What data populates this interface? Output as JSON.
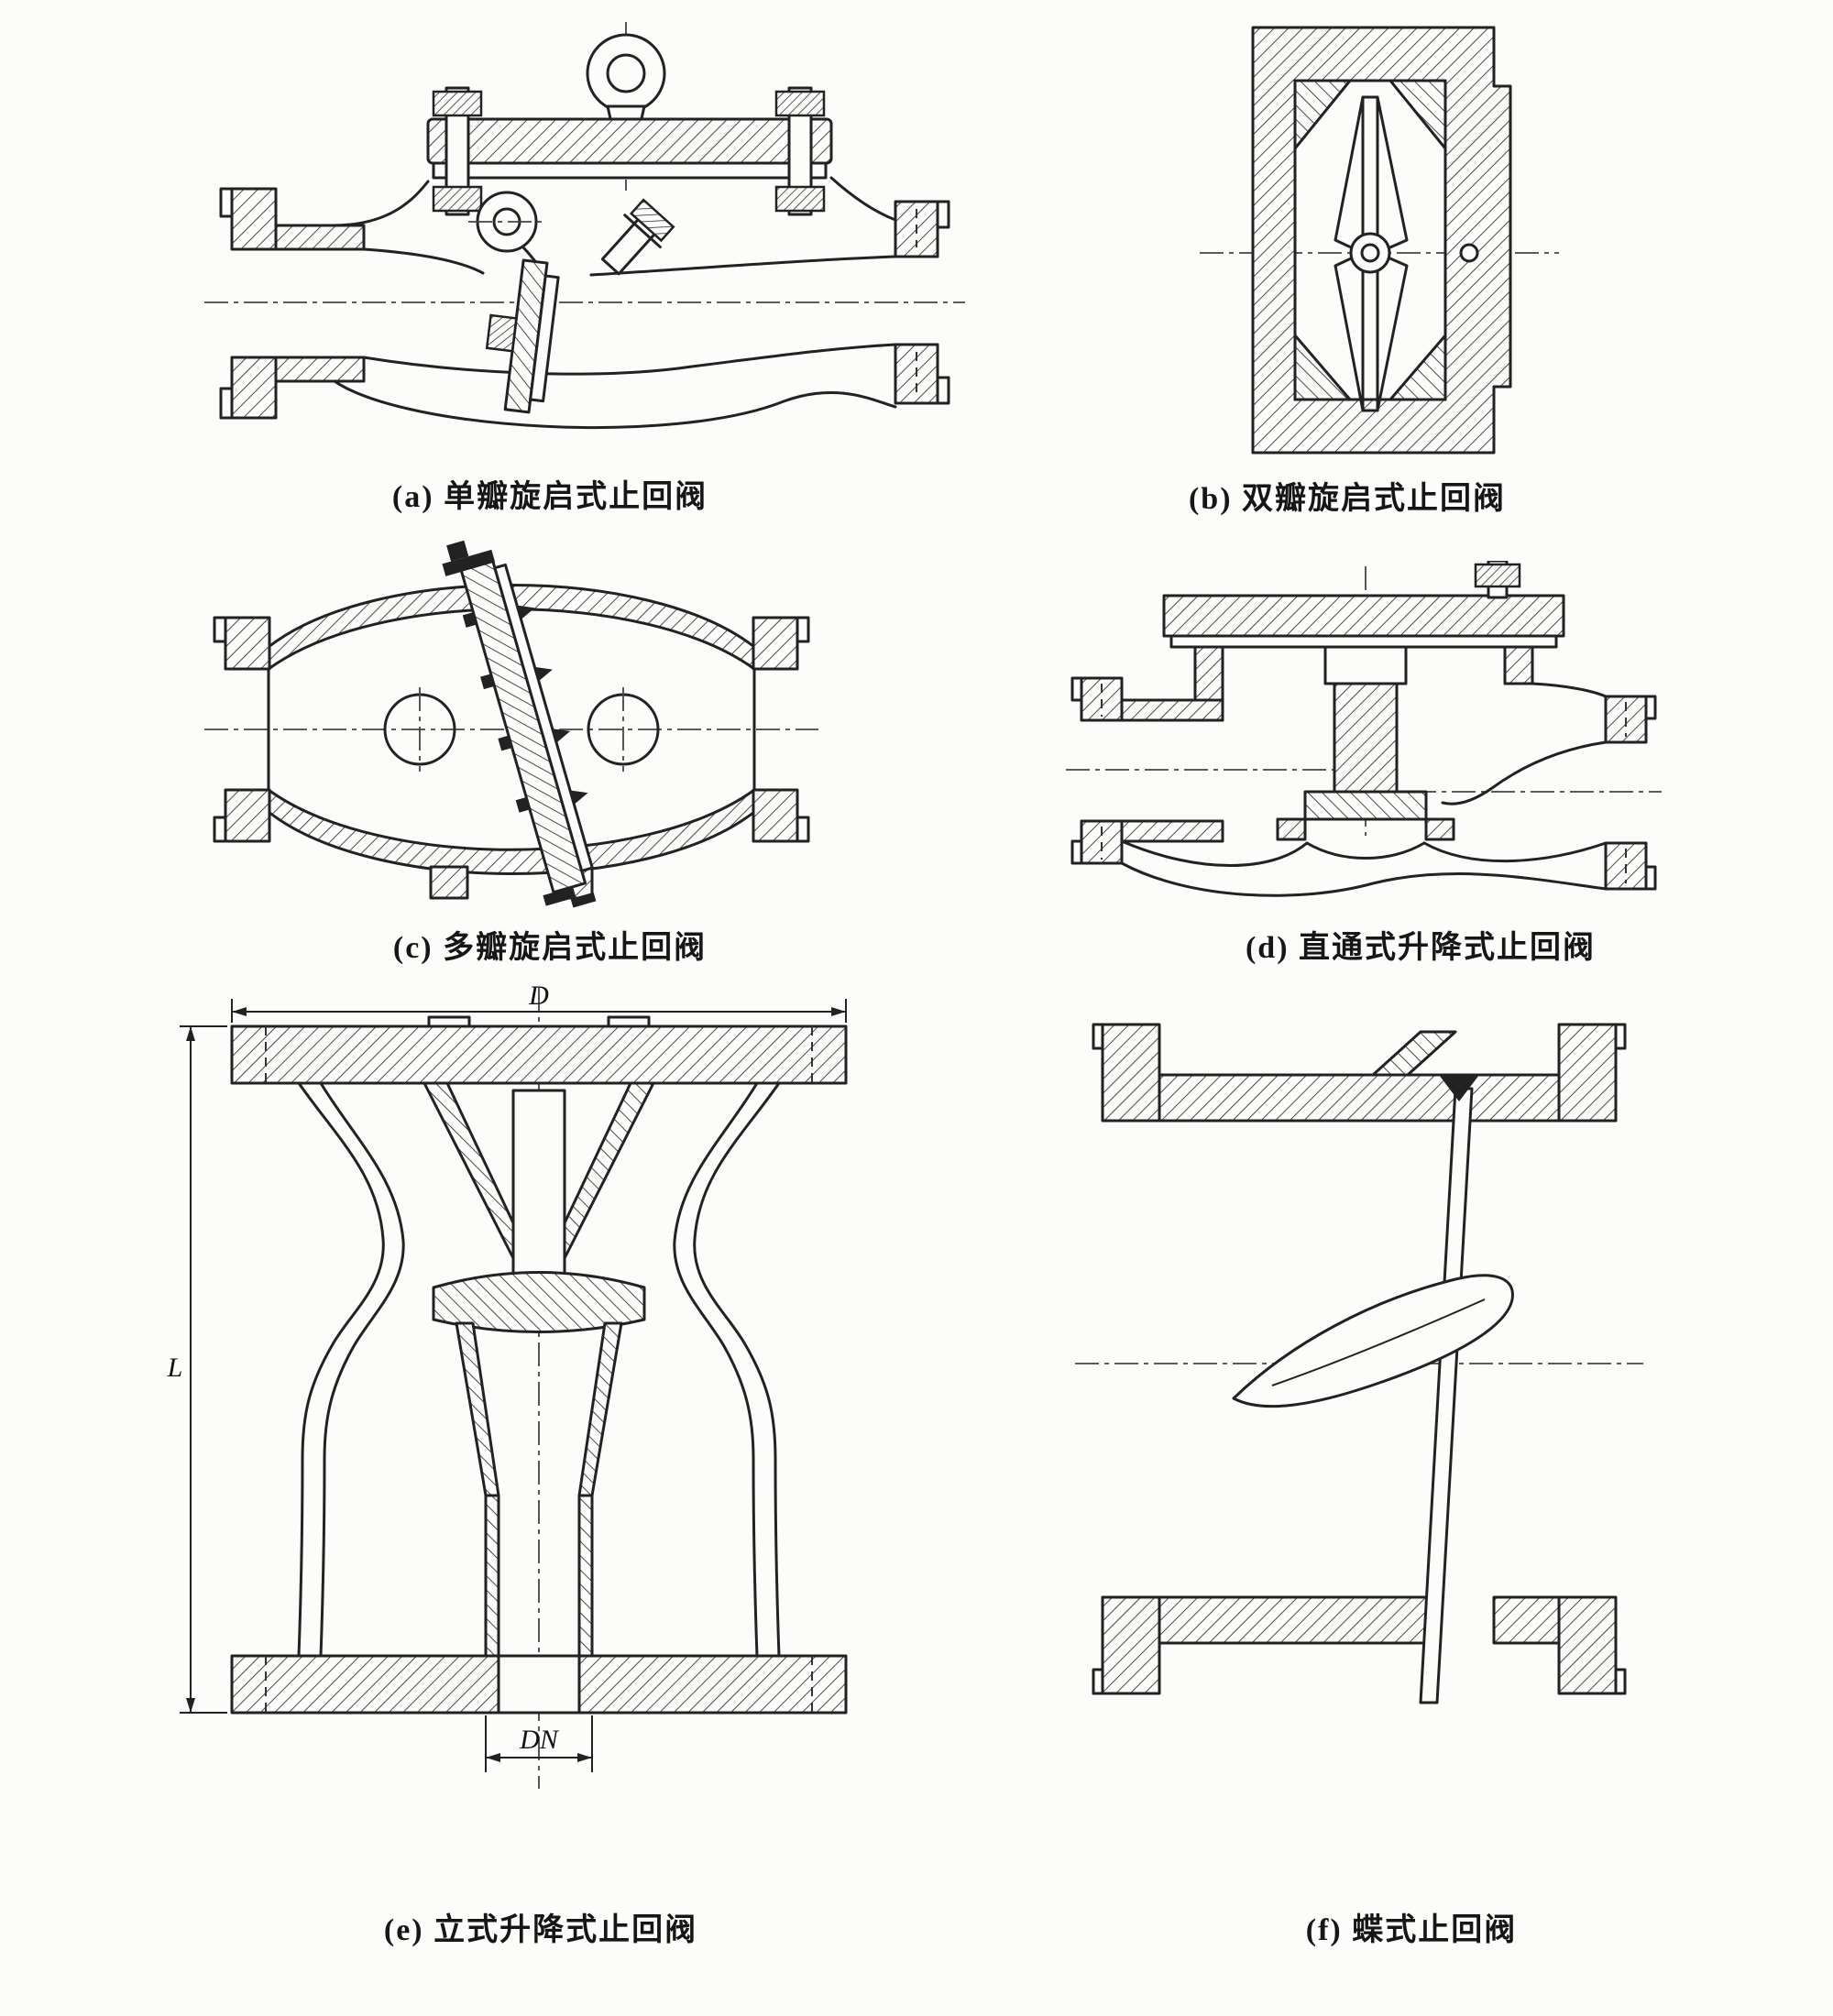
{
  "page": {
    "background_color": "#fcfcfa",
    "line_color": "#222222"
  },
  "captions": {
    "a": "(a) 单瓣旋启式止回阀",
    "b": "(b) 双瓣旋启式止回阀",
    "c": "(c) 多瓣旋启式止回阀",
    "d": "(d) 直通式升降式止回阀",
    "e": "(e) 立式升降式止回阀",
    "f": "(f) 蝶式止回阀"
  },
  "dimension_labels": {
    "D": "D",
    "L": "L",
    "DN": "DN"
  }
}
